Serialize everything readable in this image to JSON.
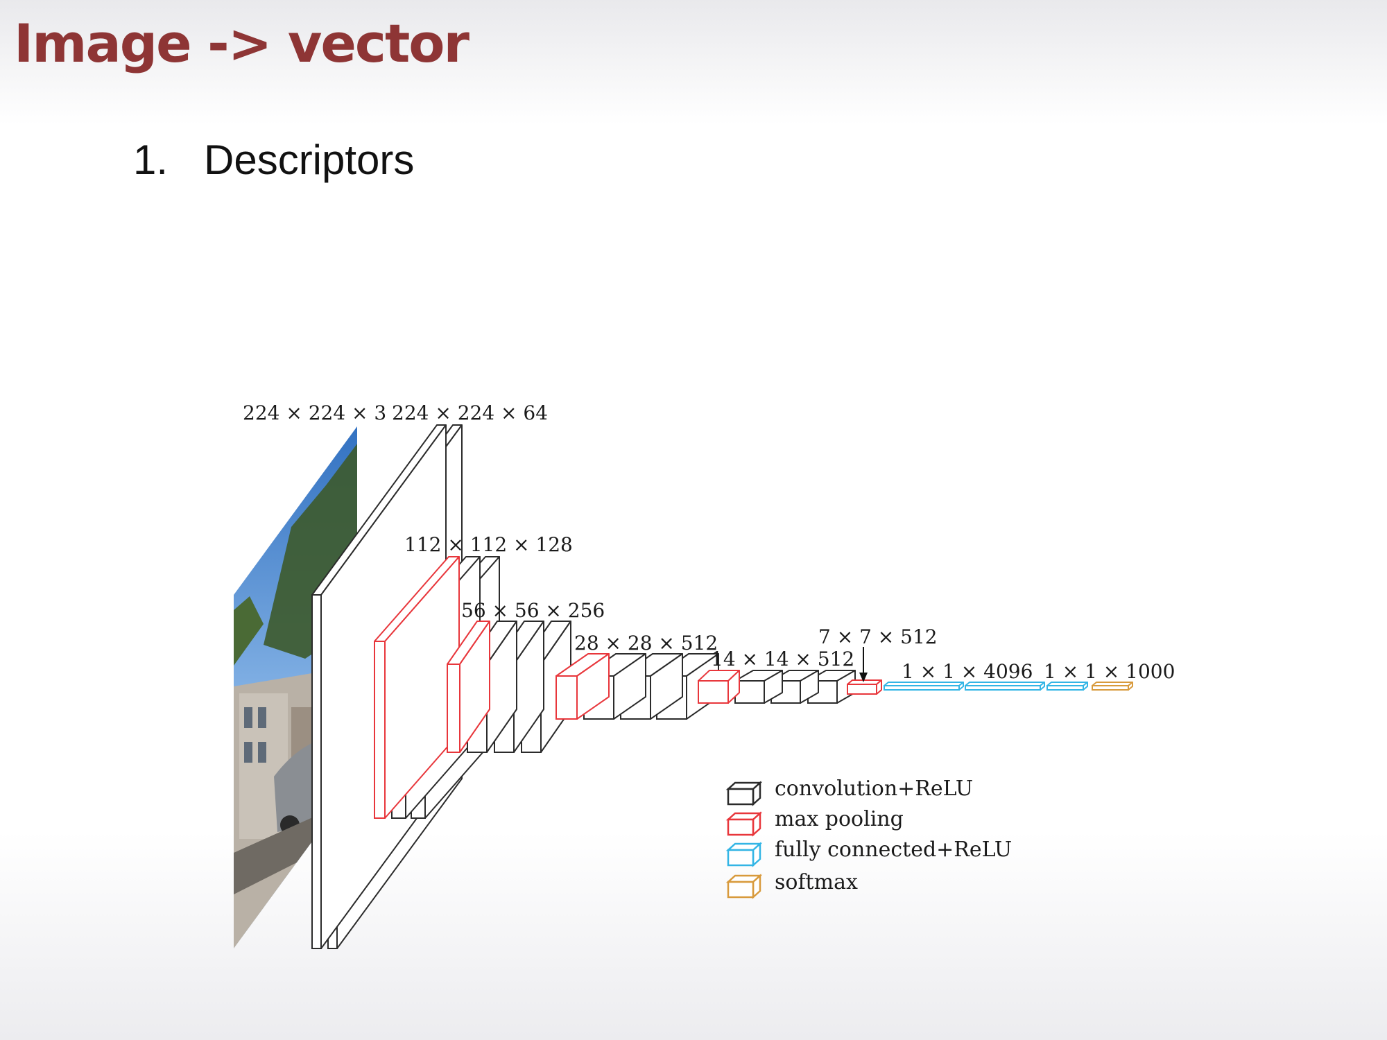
{
  "slide": {
    "title": "Image -> vector",
    "bullet": {
      "number": "1.",
      "text": "Descriptors"
    }
  },
  "diagram": {
    "colors": {
      "conv": "#2b2b2b",
      "pool": "#e8363b",
      "fc": "#33b5e5",
      "softmax": "#d89a3c",
      "sky": "#3f86d6",
      "foliage": "#3d5a2b",
      "street": "#6f6a63"
    },
    "labels": {
      "input": "224 × 224 × 3",
      "conv1": "224 × 224 × 64",
      "conv2": "112 × 112 × 128",
      "conv3": "56 × 56 × 256",
      "conv4": "28 × 28 × 512",
      "conv5": "14 × 14 × 512",
      "pool5": "7 × 7 × 512",
      "fc": "1 × 1 × 4096",
      "softmax": "1 × 1 × 1000"
    },
    "legend": [
      {
        "type": "conv",
        "label": "convolution+ReLU"
      },
      {
        "type": "pool",
        "label": "max pooling"
      },
      {
        "type": "fc",
        "label": "fully connected+ReLU"
      },
      {
        "type": "softmax",
        "label": "softmax"
      }
    ]
  }
}
